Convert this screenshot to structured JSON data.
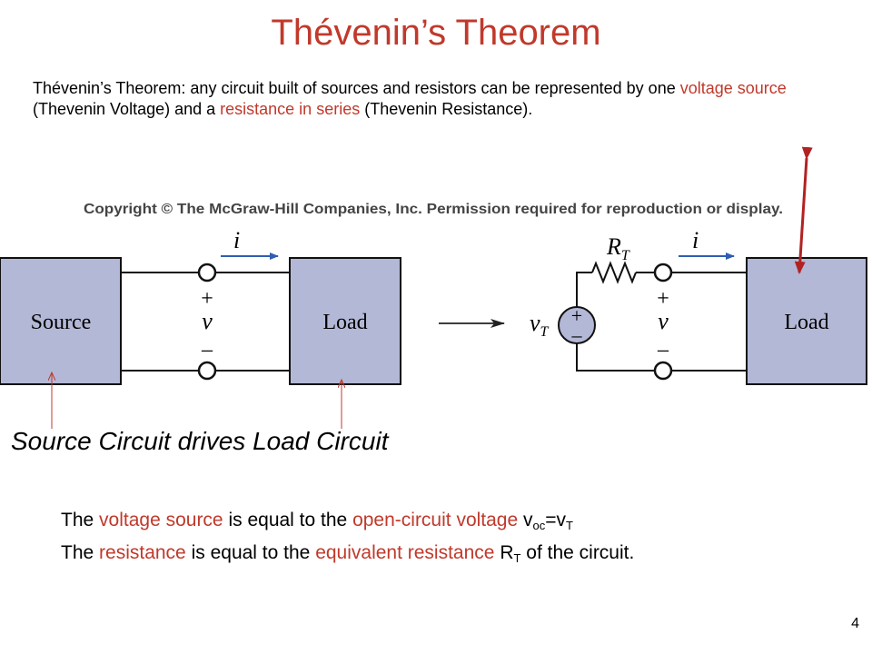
{
  "slide": {
    "title": "Thévenin’s Theorem",
    "intro": {
      "p1": "Thévenin’s Theorem: any circuit built of sources and resistors can be represented by one ",
      "h1": "voltage source",
      "p2": " (Thevenin Voltage) and a ",
      "h2": "resistance in series",
      "p3": " (Thevenin Resistance)."
    },
    "caption": "Source Circuit drives Load Circuit",
    "statement1": {
      "a": "The ",
      "h1": "voltage source",
      "b": " is equal to the ",
      "h2": "open-circuit voltage",
      "c": " v",
      "sub1": "oc",
      "d": "=v",
      "sub2": "T"
    },
    "statement2": {
      "a": "The ",
      "h1": "resistance",
      "b": " is equal to the ",
      "h2": "equivalent resistance",
      "c": " R",
      "sub1": "T",
      "d": " of the circuit."
    },
    "page_number": "4"
  },
  "figure": {
    "copyright": "Copyright © The McGraw-Hill Companies, Inc. Permission required for reproduction or display.",
    "left": {
      "source_label": "Source",
      "load_label": "Load",
      "current_label": "i",
      "plus": "+",
      "v_label": "v",
      "minus": "–"
    },
    "right": {
      "resistor_label": "R",
      "resistor_sub": "T",
      "vsource_label": "v",
      "vsource_sub": "T",
      "vs_plus": "+",
      "vs_minus": "–",
      "load_label": "Load",
      "current_label": "i",
      "plus": "+",
      "v_label": "v",
      "minus": "–"
    }
  },
  "colors": {
    "box_fill": "#b3b8d6",
    "current_arrow": "#2f5db3",
    "annotation": "#c0392b",
    "accent_arrow": "#b22222"
  }
}
